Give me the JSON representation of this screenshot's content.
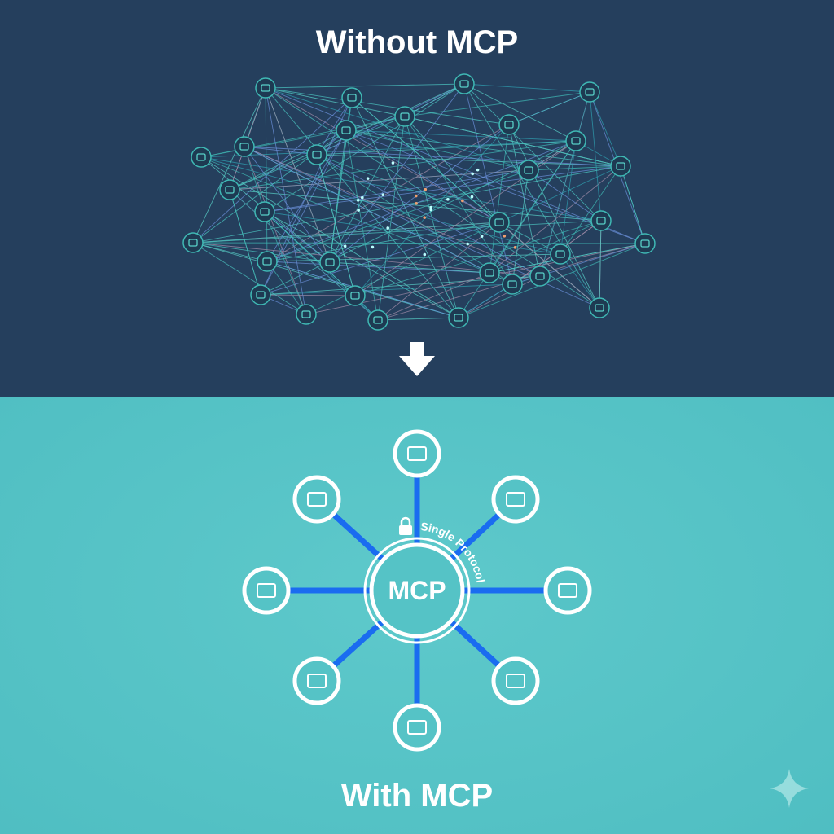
{
  "top_panel": {
    "title": "Without MCP",
    "background": "#253f5d",
    "node_icons": [
      "search-icon",
      "lock-icon",
      "user-icon",
      "link-icon",
      "monitor-icon",
      "network-icon",
      "dashboard-icon",
      "user-gear-icon",
      "chart-icon",
      "search-icon",
      "mouse-icon",
      "robot-icon",
      "mail-icon",
      "lock-icon",
      "users-icon",
      "tablet-icon",
      "gears-icon",
      "cross-icon",
      "user-icon",
      "mail-icon",
      "settings-icon",
      "mail-icon",
      "user-gear-icon",
      "globe-icon",
      "document-icon",
      "monitor-icon",
      "printer-icon",
      "link-icon",
      "mail-icon",
      "jar-icon",
      "lock-icon"
    ]
  },
  "arrow_icon": "arrow-down-icon",
  "bottom_panel": {
    "title": "With MCP",
    "hub_label": "MCP",
    "ring_label": "Single Protocol",
    "lock_icon": "lock-icon",
    "spoke_color": "#1a6cf0",
    "background": "#55c3c6",
    "spoke_icons": [
      "mail-icon",
      "search-icon",
      "user-card-icon",
      "settings-icon",
      "envelope-icon",
      "clock-icon",
      "monitor-icon",
      "users-icon"
    ],
    "corner_icon": "sparkle-icon"
  }
}
